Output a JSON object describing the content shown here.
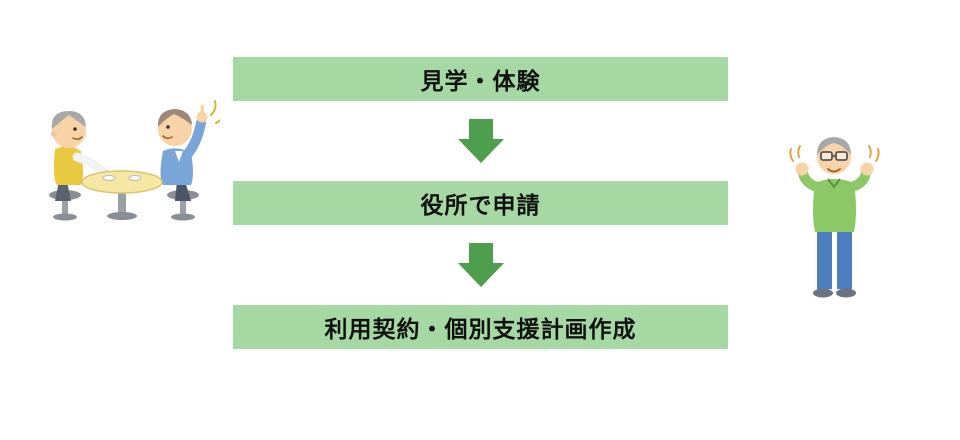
{
  "diagram": {
    "title": "",
    "steps": [
      {
        "label": "見学・体験"
      },
      {
        "label": "役所で申請"
      },
      {
        "label": "利用契約・個別支援計画作成"
      }
    ]
  },
  "colors": {
    "step_background": "#a6d8a4",
    "arrow": "#4d9e4d",
    "text": "#111111",
    "background": "#ffffff"
  },
  "icons": {
    "arrow_1": "down-arrow-icon",
    "arrow_2": "down-arrow-icon"
  },
  "illustrations": {
    "left": "two-people-consultation-at-table",
    "right": "cheering-man-with-glasses"
  }
}
